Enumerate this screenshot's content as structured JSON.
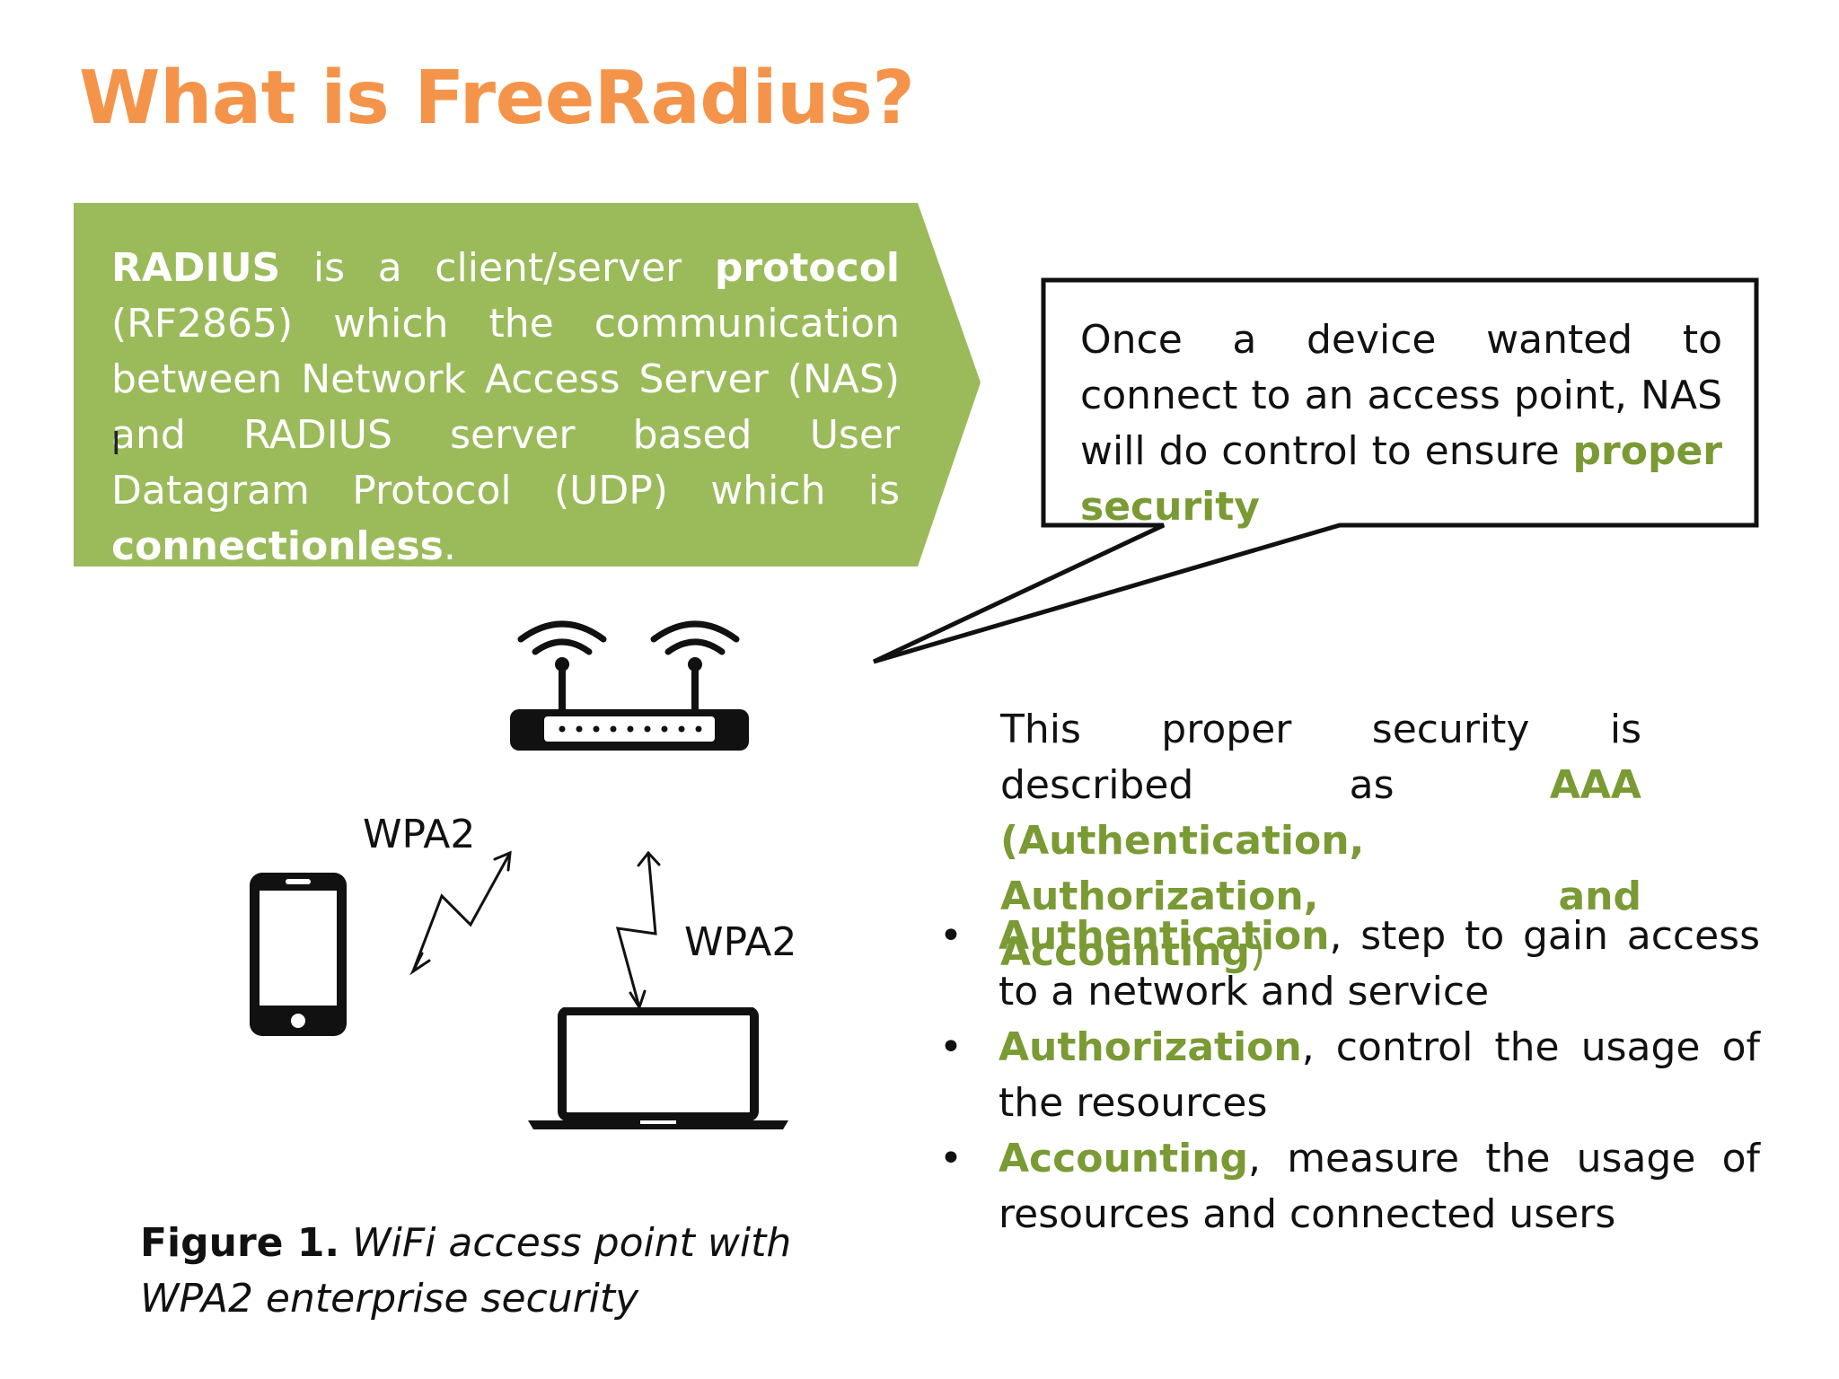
{
  "title": "What is FreeRadius?",
  "colors": {
    "title": "#f4944a",
    "banner": "#9bbb5b",
    "highlight": "#7a9a34"
  },
  "banner": {
    "radius": "RADIUS",
    "is_a": "is a client/server",
    "protocol": "protocol",
    "mid": "(RF2865) which the communication between Network Access Server (NAS) and RADIUS server based User Datagram Protocol (UDP) which is",
    "connectionless": "connectionless",
    "period": ".",
    "cursor": "I"
  },
  "callout": {
    "text": "Once a device wanted to connect to an access point, NAS will do control to ensure",
    "highlight": "proper security"
  },
  "aaa": {
    "prefix": "This proper security is described as",
    "highlight1": "AAA (Authentication, Authorization, and Accounting",
    "suffix": ")"
  },
  "bullets": [
    {
      "term": "Authentication",
      "rest": ", step to gain access to a network and service"
    },
    {
      "term": "Authorization",
      "rest": ", control the usage of the resources"
    },
    {
      "term": "Accounting",
      "rest": ", measure the usage of resources and connected users"
    }
  ],
  "bullet_symbol": "•",
  "diagram": {
    "wpa_phone": "WPA2",
    "wpa_laptop": "WPA2",
    "icons": [
      "router-icon",
      "phone-icon",
      "laptop-icon"
    ]
  },
  "caption": {
    "label": "Figure 1.",
    "text": "WiFi access point with WPA2 enterprise security"
  }
}
